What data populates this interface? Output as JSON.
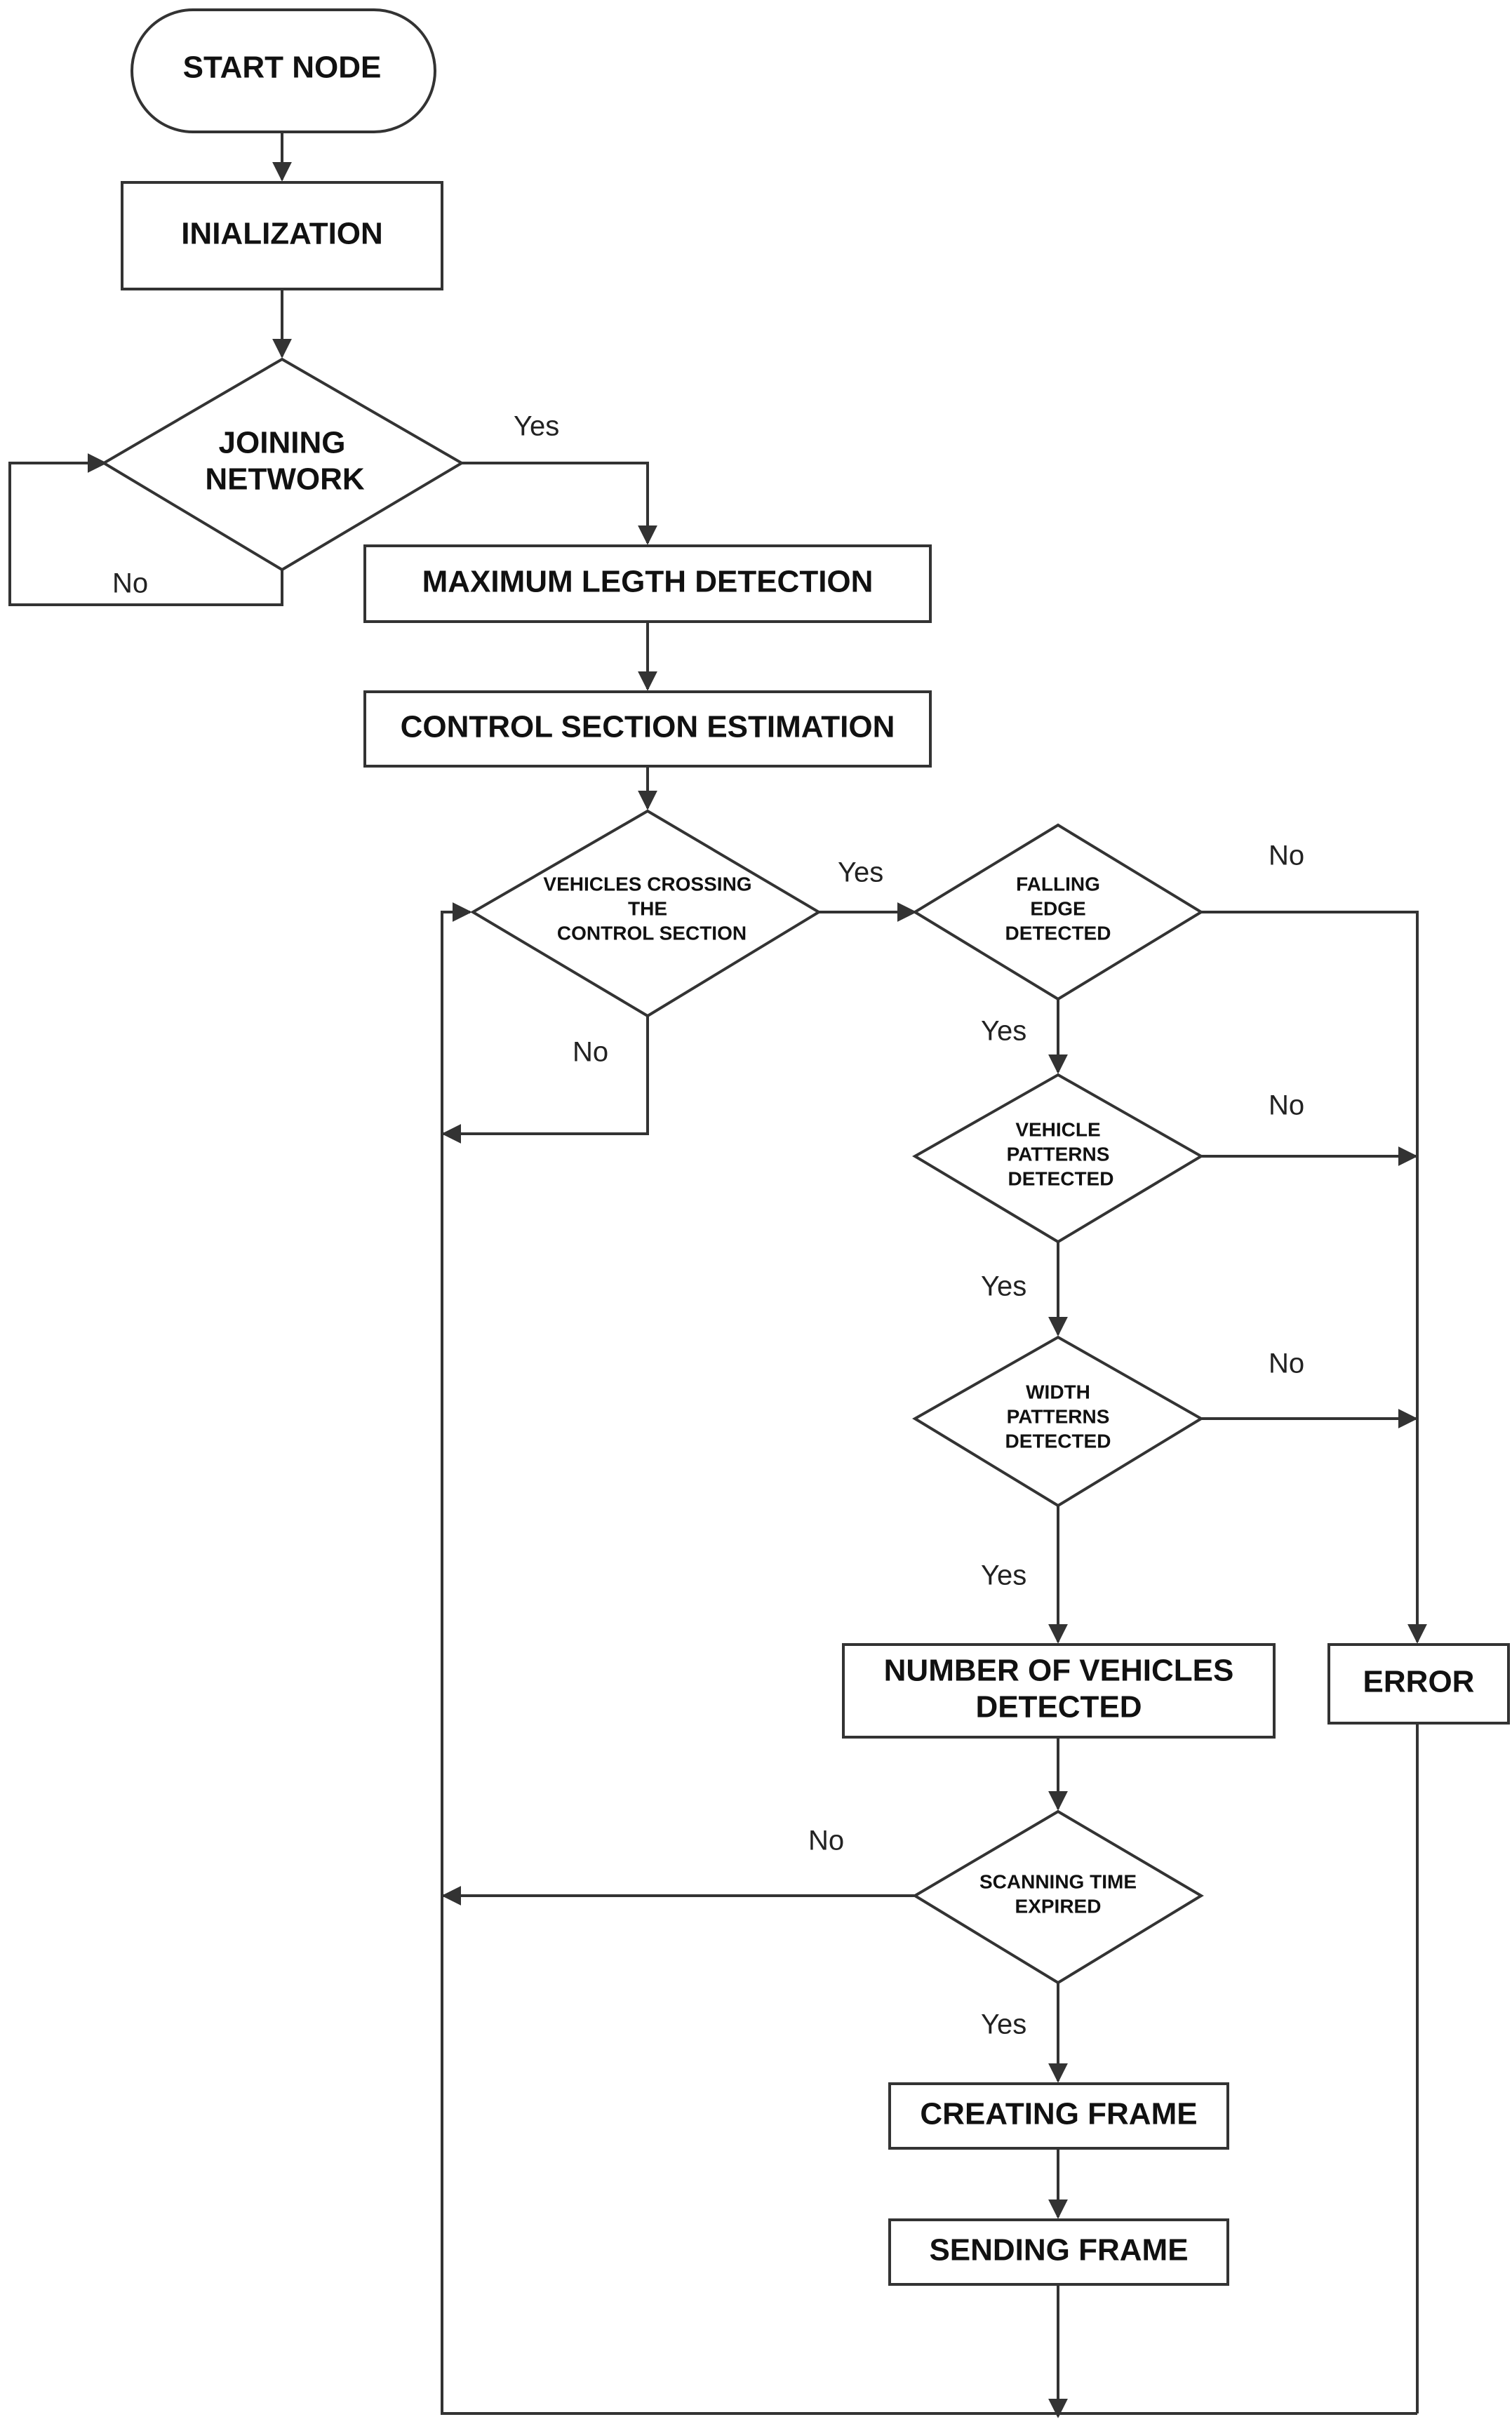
{
  "nodes": {
    "start": "START NODE",
    "init": "INIALIZATION",
    "join": [
      "JOINING",
      "NETWORK"
    ],
    "maxlen": "MAXIMUM LEGTH DETECTION",
    "control": "CONTROL SECTION ESTIMATION",
    "crossing": [
      "VEHICLES CROSSING",
      "THE",
      "CONTROL SECTION"
    ],
    "falling": [
      "FALLING",
      "EDGE",
      "DETECTED"
    ],
    "vpatterns": [
      "VEHICLE",
      "PATTERNS",
      "DETECTED"
    ],
    "wpatterns": [
      "WIDTH",
      "PATTERNS",
      "DETECTED"
    ],
    "number": [
      "NUMBER OF VEHICLES",
      "DETECTED"
    ],
    "error": "ERROR",
    "scanning": [
      "SCANNING TIME",
      "EXPIRED"
    ],
    "creating": "CREATING FRAME",
    "sending": "SENDING FRAME"
  },
  "edges": {
    "join_yes": "Yes",
    "join_no": "No",
    "crossing_yes": "Yes",
    "crossing_no": "No",
    "falling_yes": "Yes",
    "falling_no": "No",
    "vpatterns_yes": "Yes",
    "vpatterns_no": "No",
    "wpatterns_yes": "Yes",
    "wpatterns_no": "No",
    "scanning_no": "No",
    "scanning_yes": "Yes"
  }
}
